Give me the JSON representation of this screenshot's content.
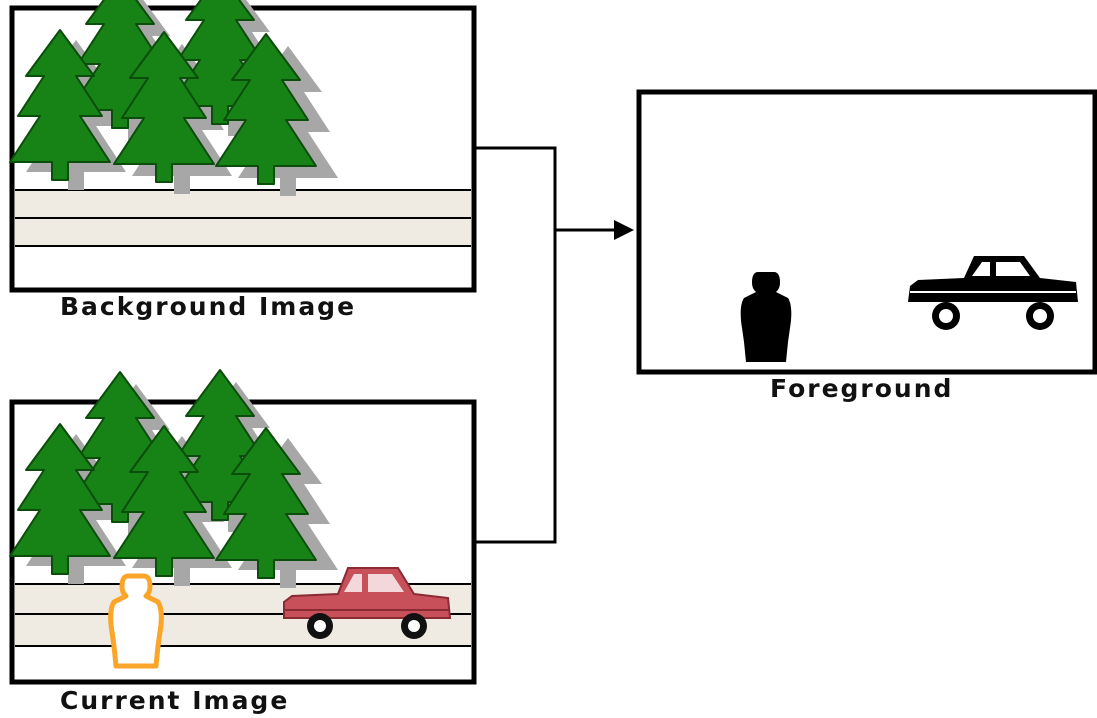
{
  "labels": {
    "background": "Background Image",
    "current": "Current Image",
    "foreground": "Foreground"
  },
  "colors": {
    "tree": "#178317",
    "tree_shadow": "#a7a7a7",
    "road": "#efebe2",
    "car_current": "#c7505a",
    "person_current": "#fba62a",
    "silhouette": "#000000",
    "frame": "#000000"
  },
  "icons": [
    "tree-icon",
    "person-icon",
    "car-icon",
    "arrow-icon"
  ]
}
